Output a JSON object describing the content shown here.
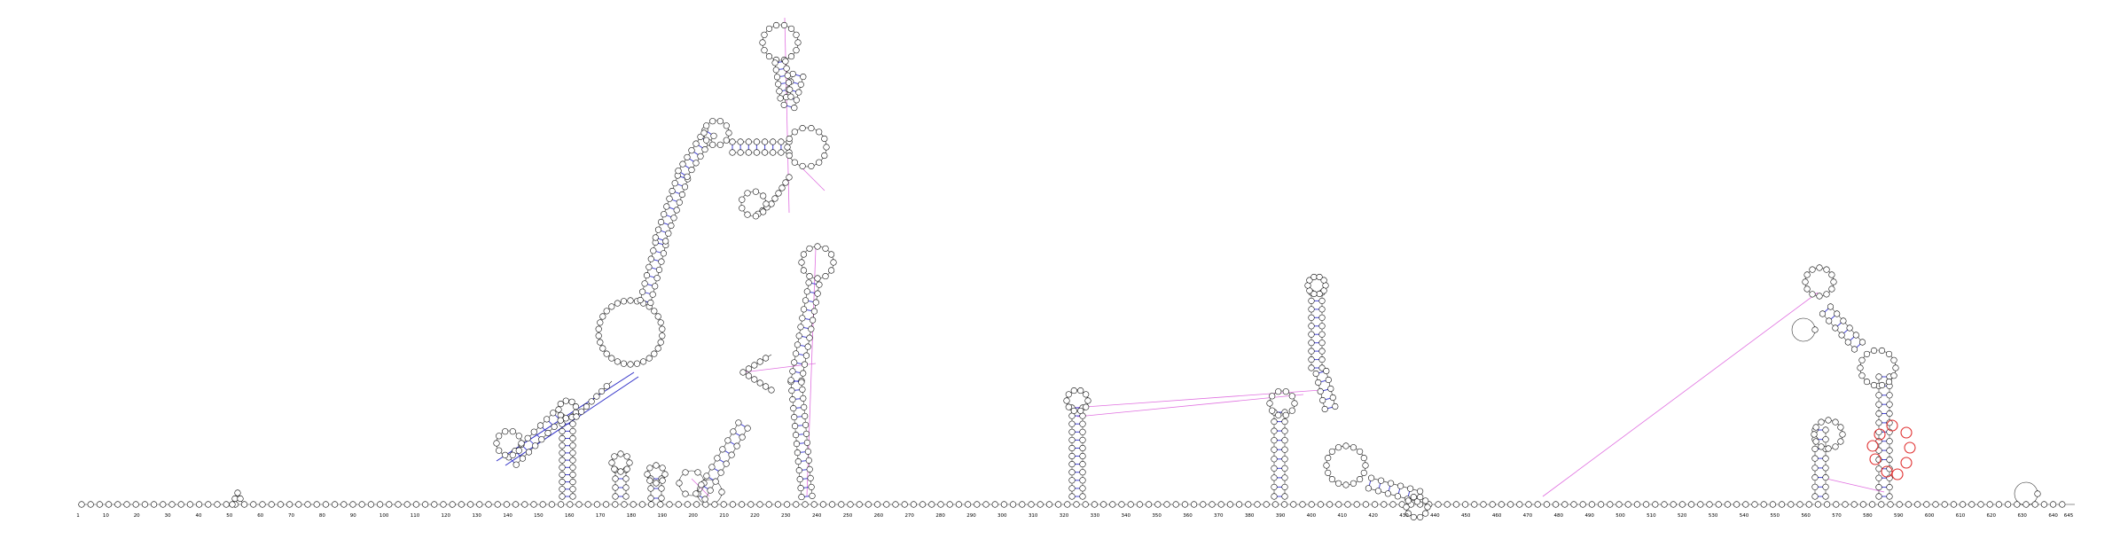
{
  "diagram": {
    "type": "rna-secondary-structure",
    "colors": {
      "background": "#ffffff",
      "nucleotide_stroke": "#000000",
      "base_pair": "#4a4ad8",
      "pseudoknot": "#e070e0",
      "highlight": "#e03030"
    },
    "axis_labels": [
      "1",
      "10",
      "20",
      "30",
      "40",
      "50",
      "60",
      "70",
      "80",
      "90",
      "100",
      "110",
      "120",
      "130",
      "140",
      "150",
      "160",
      "170",
      "180",
      "190",
      "200",
      "210",
      "220",
      "230",
      "240",
      "250",
      "260",
      "270",
      "280",
      "290",
      "300",
      "310",
      "320",
      "330",
      "340",
      "350",
      "360",
      "370",
      "380",
      "390",
      "400",
      "410",
      "420",
      "430",
      "440",
      "450",
      "460",
      "470",
      "480",
      "490",
      "500",
      "510",
      "520",
      "530",
      "540",
      "550",
      "560",
      "570",
      "580",
      "590",
      "600",
      "610",
      "620",
      "630",
      "640",
      "645"
    ]
  }
}
